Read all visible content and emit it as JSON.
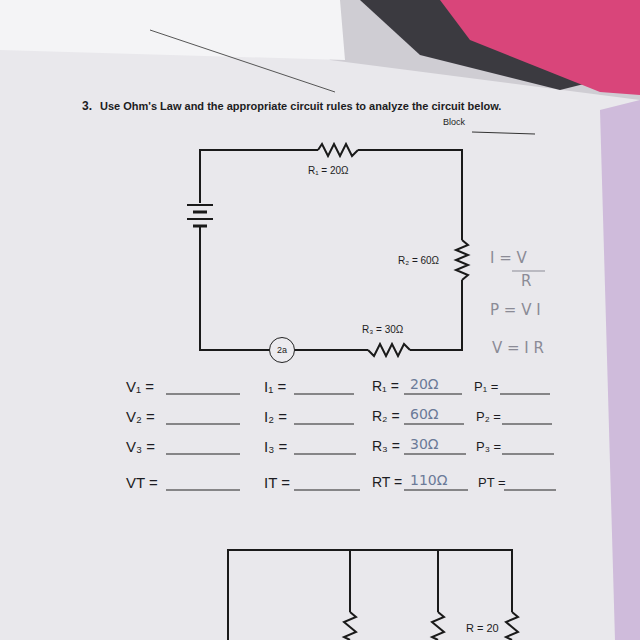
{
  "diagram": {
    "nodes": [
      {
        "text": [
          "2a"
        ]
      }
    ],
    "labels": [
      "3.",
      "Use Ohm's Law and the appropriate circuit rules to analyze the circuit below.",
      "Block",
      "R₁ = 20Ω",
      "R₂ = 60Ω",
      "R₃ = 30Ω",
      "I = V",
      "R",
      "P = V I",
      "V = I R",
      "V₁ =",
      "V₂ =",
      "V₃ =",
      "VT =",
      "I₁ =",
      "I₂ =",
      "I₃ =",
      "IT =",
      "R₁ =",
      "R₂ =",
      "R₃ =",
      "RT =",
      "20Ω",
      "60Ω",
      "30Ω",
      "110Ω",
      "P₁ =",
      "P₂ =",
      "P₃ =",
      "PT =",
      "R = 20"
    ]
  }
}
